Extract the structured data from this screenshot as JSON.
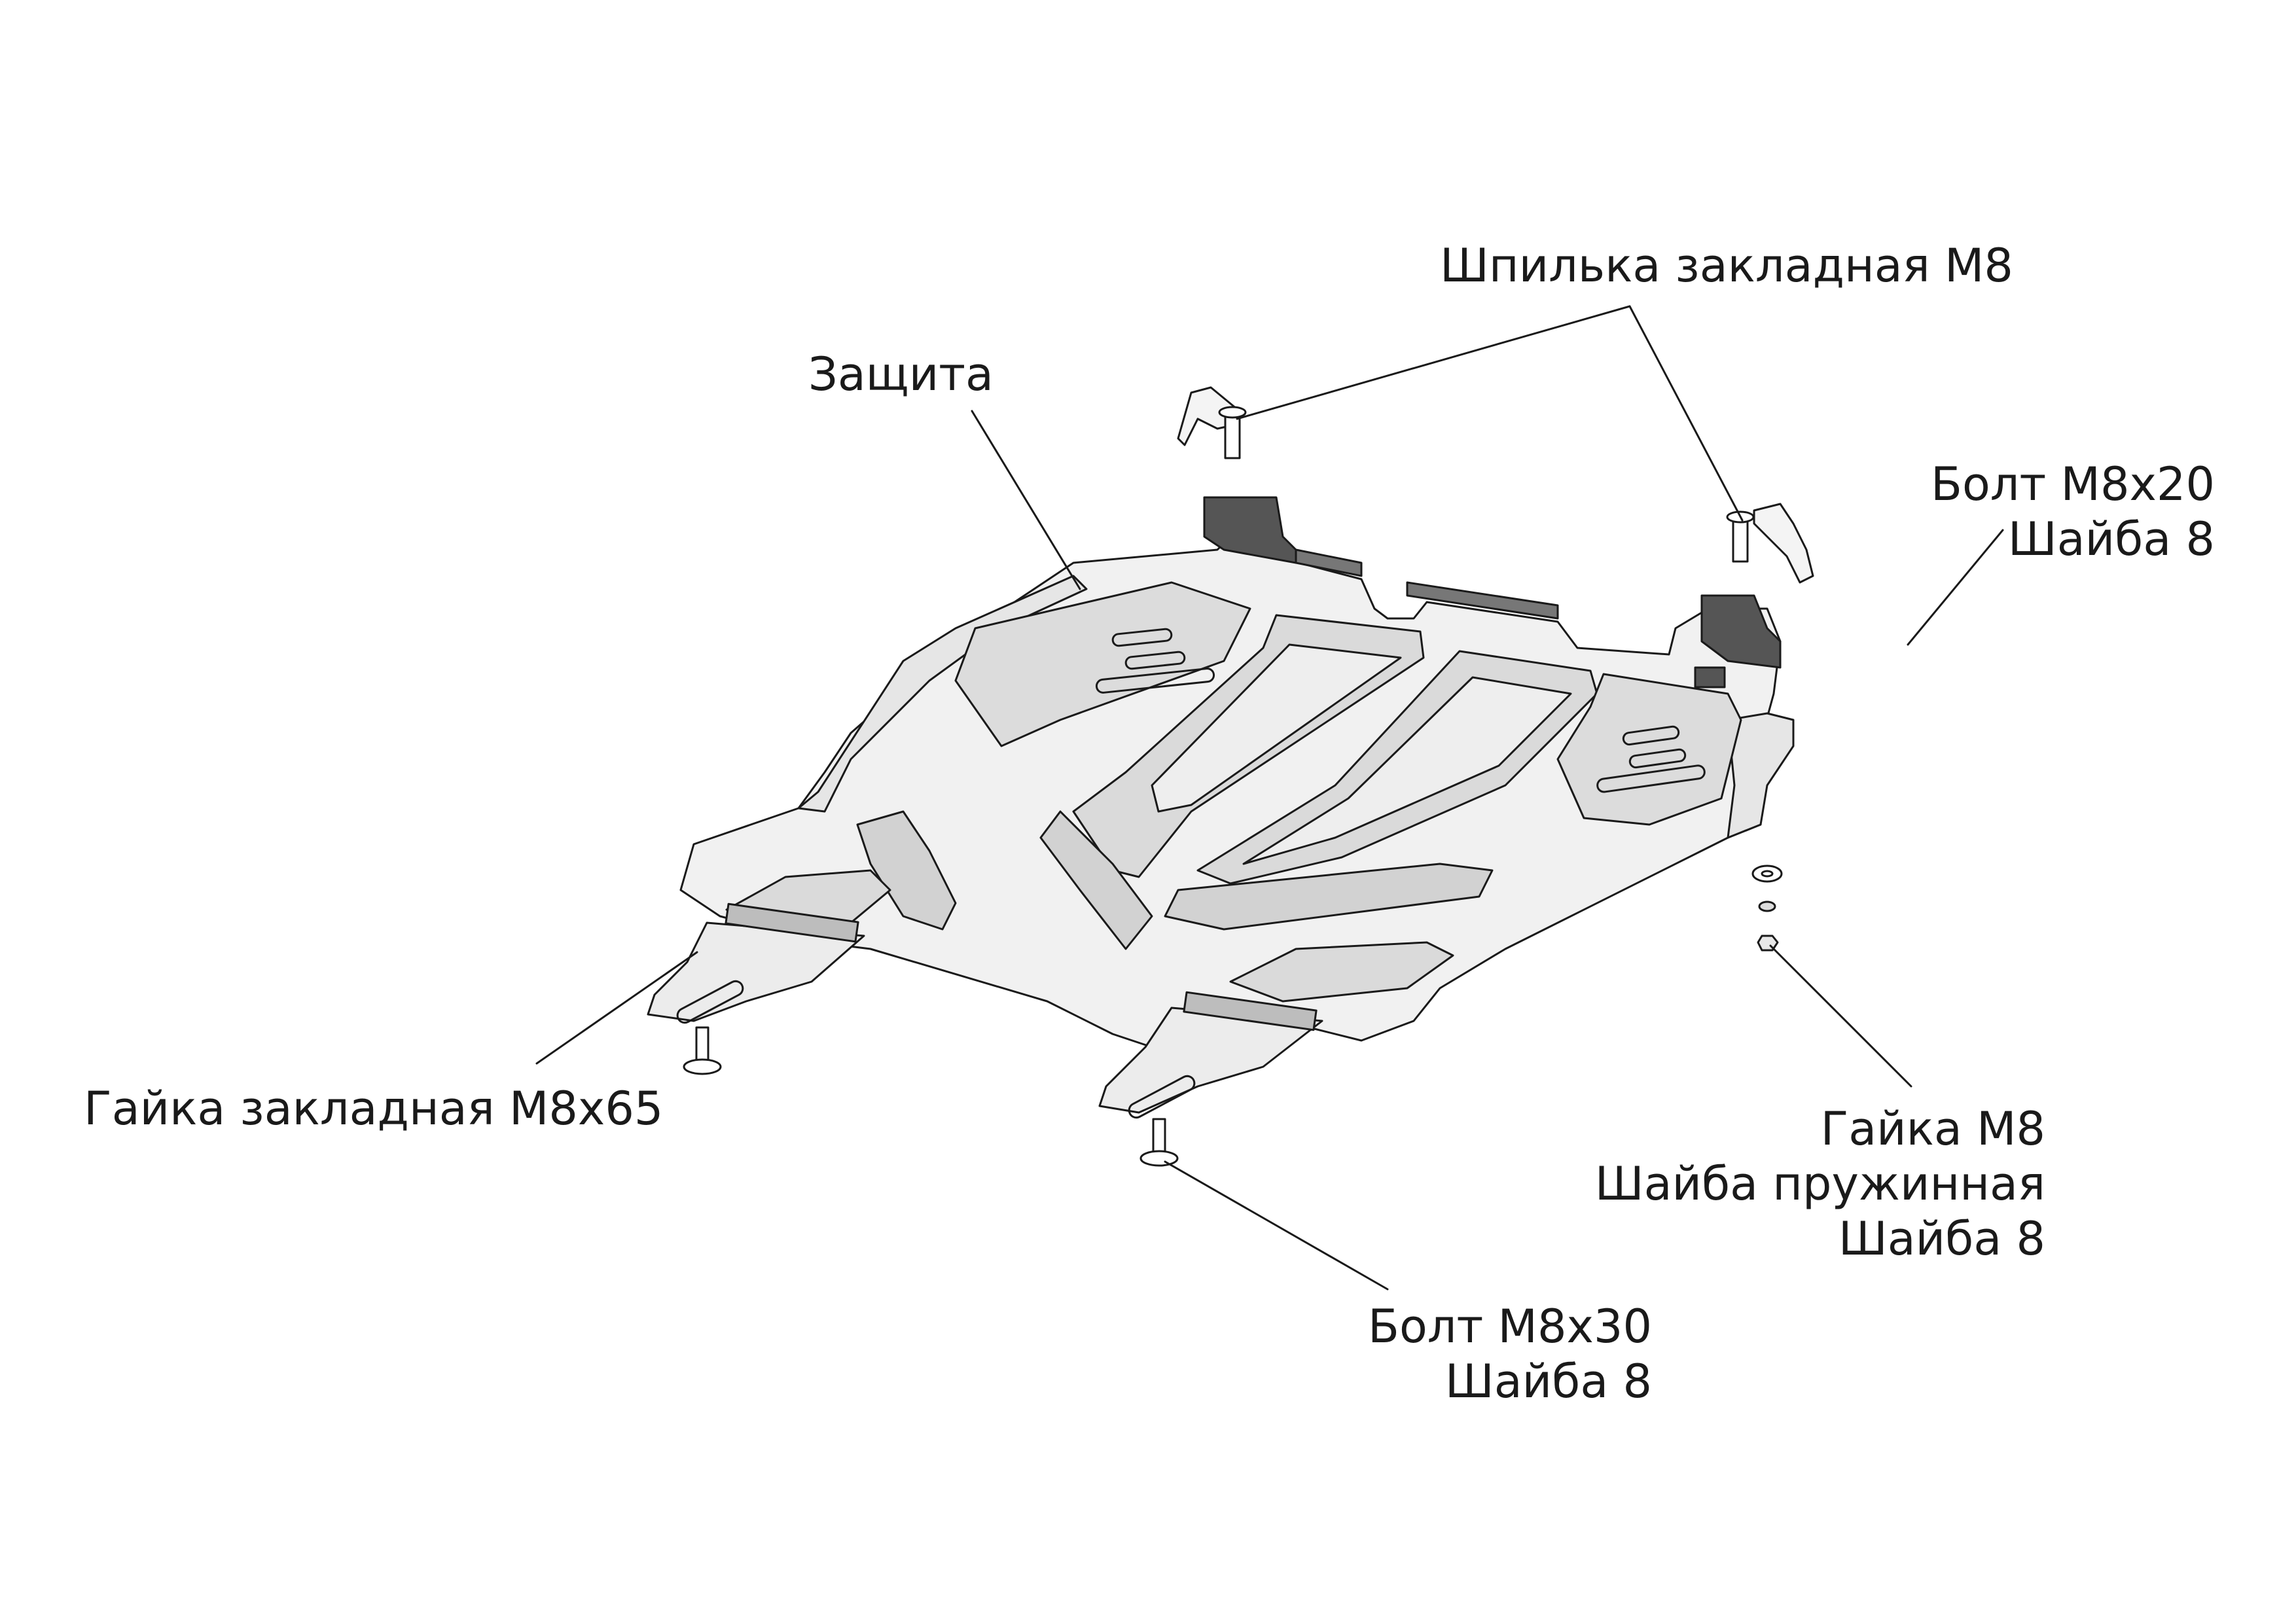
{
  "labels": {
    "guard": "Защита",
    "stud": "Шпилька закладная М8",
    "bolt_top": [
      "Болт М8х20",
      "Шайба 8"
    ],
    "embedded_nut": "Гайка закладная М8х65",
    "nut_set": [
      "Гайка М8",
      "Шайба пружинная",
      "Шайба 8"
    ],
    "bolt_bottom": [
      "Болт М8х30",
      "Шайба 8"
    ]
  },
  "colors": {
    "line": "#1a1a1a",
    "plate_fill": "#f1f1f1",
    "plate_shade": "#d9d9d9",
    "dark_face": "#555555"
  }
}
